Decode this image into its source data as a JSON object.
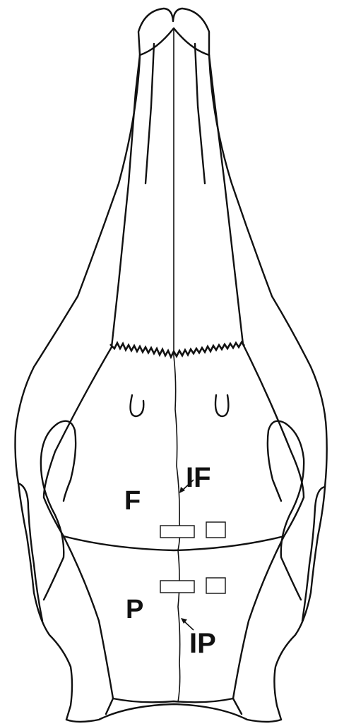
{
  "labels": {
    "frontal": "F",
    "parietal": "P",
    "interfrontal": "IF",
    "interparietal": "IP"
  },
  "colors": {
    "line": "#111111",
    "background": "#ffffff"
  }
}
